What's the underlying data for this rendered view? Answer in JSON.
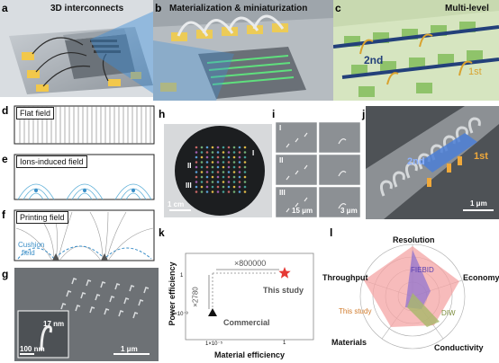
{
  "panel_labels": {
    "a": "a",
    "b": "b",
    "c": "c",
    "d": "d",
    "e": "e",
    "f": "f",
    "g": "g",
    "h": "h",
    "i": "i",
    "j": "j",
    "k": "k",
    "l": "l"
  },
  "panel_a": {
    "title": "3D interconnects"
  },
  "panel_b": {
    "title": "Materialization & miniaturization"
  },
  "panel_c": {
    "title": "Multi-level",
    "level_2": "2nd",
    "level_1": "1st"
  },
  "panel_d": {
    "label": "Flat field"
  },
  "panel_e": {
    "label": "Ions-induced field"
  },
  "panel_f": {
    "label": "Printing field",
    "cushion": "Cushion",
    "cushion2": "field"
  },
  "panel_g": {
    "inset_size": "17 nm",
    "inset_scale": "100 nm",
    "scale": "1 μm"
  },
  "panel_h": {
    "roman_1": "I",
    "roman_2": "II",
    "roman_3": "III",
    "scale": "1 cm"
  },
  "panel_i": {
    "roman_1": "I",
    "roman_2": "II",
    "roman_3": "III",
    "scale_left": "15 μm",
    "scale_right": "3 μm"
  },
  "panel_j": {
    "level_2": "2nd",
    "level_1": "1st",
    "scale": "1 μm"
  },
  "panel_k": {
    "xlabel": "Material efficiency",
    "ylabel": "Power efficiency",
    "xtick_1": "1×10⁻⁵",
    "xtick_2": "1",
    "ytick_1": "1",
    "ytick_2": "1×10⁻³",
    "ratio_x": "×800000",
    "ratio_y": "×2780",
    "this_study": "This study",
    "commercial": "Commercial"
  },
  "panel_l": {
    "axes": [
      "Resolution",
      "Economy",
      "Conductivity",
      "Materials",
      "Throughput"
    ],
    "series_labels": [
      "FIEBID",
      "This study",
      "DIW"
    ],
    "colors": {
      "this_study": "#f4a4a4",
      "fiebid": "#8a6fd0",
      "diw": "#a7b86a"
    }
  },
  "chart_data": {
    "type": "scatter",
    "xlabel": "Material efficiency",
    "ylabel": "Power efficiency",
    "points": [
      {
        "label": "This study",
        "x": 1,
        "y": 1,
        "marker": "star",
        "color": "#e53935"
      },
      {
        "label": "Commercial",
        "x": 1e-05,
        "y": 0.001,
        "marker": "triangle",
        "color": "#111111"
      }
    ]
  }
}
